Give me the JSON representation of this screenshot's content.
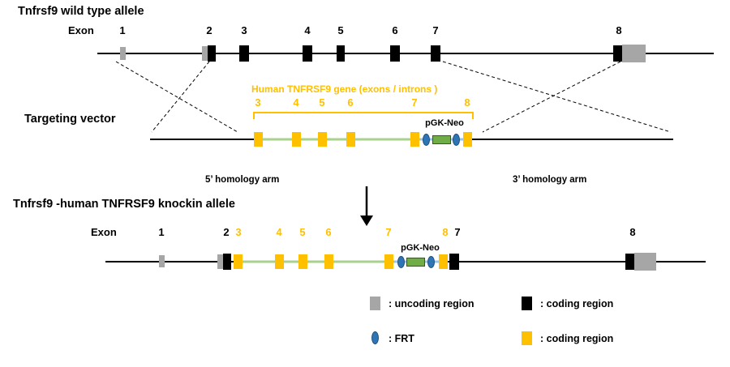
{
  "wild_type": {
    "title": "Tnfrsf9 wild type allele",
    "exon_label": "Exon",
    "exons": [
      "1",
      "2",
      "3",
      "4",
      "5",
      "6",
      "7",
      "8"
    ]
  },
  "vector": {
    "label": "Targeting vector",
    "gene_label": "Human TNFRSF9 gene (exons / introns )",
    "exons": [
      "3",
      "4",
      "5",
      "6",
      "7",
      "8"
    ],
    "cassette": "pGK-Neo",
    "arm5": "5’ homology arm",
    "arm3": "3’ homology arm"
  },
  "knockin": {
    "title": "Tnfrsf9 -human TNFRSF9 knockin allele",
    "exon_label": "Exon",
    "cassette": "pGK-Neo",
    "exon_numbers": {
      "mouse_left": [
        "1",
        "2"
      ],
      "human": [
        "3",
        "4",
        "5",
        "6",
        "7",
        "8"
      ],
      "mouse_right": [
        "7",
        "8"
      ]
    }
  },
  "legend": {
    "uncoding": ": uncoding region",
    "coding": ": coding region",
    "frt": ": FRT",
    "human_coding": ": coding region"
  },
  "colors": {
    "gray": "#A6A6A6",
    "black": "#000000",
    "yellow": "#FFC000",
    "neo_green": "#70AD47",
    "frt_blue": "#2E75B6",
    "intron_green": "#A9D18E",
    "linker_blue": "#9DC3E6"
  }
}
